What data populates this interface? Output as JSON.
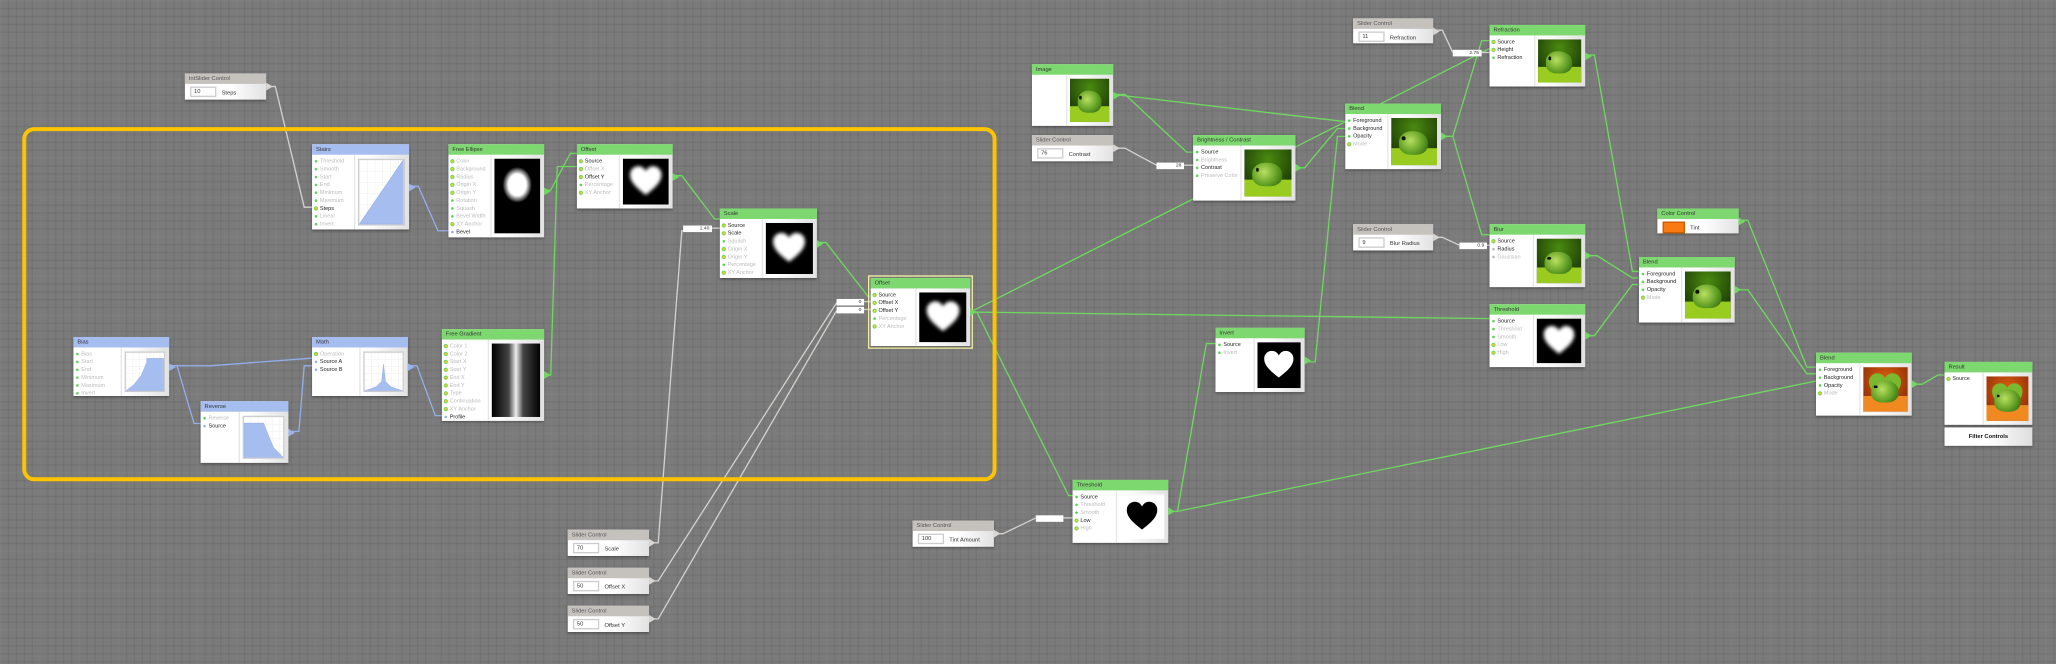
{
  "colors": {
    "filter_header": "#7ed870",
    "curve_header": "#a6bdf0",
    "control_header": "#c5c2be",
    "group_border": "#ffc400",
    "tint": "#f97a10"
  },
  "nodes": [
    {
      "id": "intslider",
      "kind": "ctl",
      "title": "IntSlider Control",
      "value": "10",
      "label": "Steps"
    },
    {
      "id": "stairs",
      "kind": "curve",
      "title": "Stairs",
      "preview": "curve-ramp",
      "ports": [
        [
          "Threshold",
          0,
          "green"
        ],
        [
          "Smooth",
          0,
          "green"
        ],
        [
          "Start",
          0,
          "green"
        ],
        [
          "End",
          0,
          "green"
        ],
        [
          "Minimum",
          0,
          "green"
        ],
        [
          "Maximum",
          0,
          "green"
        ],
        [
          "Steps",
          1,
          "yellow"
        ],
        [
          "Linear",
          0,
          "green"
        ],
        [
          "Invert",
          0,
          "green"
        ]
      ]
    },
    {
      "id": "ellipse",
      "kind": "filter",
      "title": "Free Ellipse",
      "preview": "ellipse",
      "ports": [
        [
          "Color",
          0,
          "yellow"
        ],
        [
          "Background",
          0,
          "yellow"
        ],
        [
          "Radius",
          0,
          "yellow"
        ],
        [
          "Origin X",
          0,
          "yellow"
        ],
        [
          "Origin Y",
          0,
          "yellow"
        ],
        [
          "Rotation",
          0,
          "green"
        ],
        [
          "Squash",
          0,
          "green"
        ],
        [
          "Bevel Width",
          0,
          "green"
        ],
        [
          "XY Anchor",
          0,
          "yellow"
        ],
        [
          "Bevel",
          1,
          "blue"
        ]
      ]
    },
    {
      "id": "offset1",
      "kind": "filter",
      "title": "Offset",
      "preview": "heart-soft",
      "ports": [
        [
          "Source",
          1,
          "yellow"
        ],
        [
          "Offset X",
          0,
          "yellow"
        ],
        [
          "Offset Y",
          1,
          "yellow"
        ],
        [
          "Percentage",
          0,
          "green"
        ],
        [
          "XY Anchor",
          0,
          "yellow"
        ]
      ]
    },
    {
      "id": "scale",
      "kind": "filter",
      "title": "Scale",
      "preview": "heart-soft",
      "ports": [
        [
          "Source",
          1,
          "yellow"
        ],
        [
          "Scale",
          1,
          "yellow"
        ],
        [
          "Squash",
          0,
          "green"
        ],
        [
          "Origin X",
          0,
          "yellow"
        ],
        [
          "Origin Y",
          0,
          "yellow"
        ],
        [
          "Percentage",
          0,
          "green"
        ],
        [
          "XY Anchor",
          0,
          "yellow"
        ]
      ]
    },
    {
      "id": "offset2",
      "kind": "filter",
      "title": "Offset",
      "preview": "heart-soft",
      "selected": true,
      "ports": [
        [
          "Source",
          1,
          "yellow"
        ],
        [
          "Offset X",
          1,
          "yellow"
        ],
        [
          "Offset Y",
          1,
          "yellow"
        ],
        [
          "Percentage",
          0,
          "green"
        ],
        [
          "XY Anchor",
          0,
          "yellow"
        ]
      ]
    },
    {
      "id": "bias",
      "kind": "curve",
      "title": "Bias",
      "preview": "curve-bias",
      "ports": [
        [
          "Bias",
          0,
          "green"
        ],
        [
          "Start",
          0,
          "green"
        ],
        [
          "End",
          0,
          "green"
        ],
        [
          "Minimum",
          0,
          "green"
        ],
        [
          "Maximum",
          0,
          "green"
        ],
        [
          "Invert",
          0,
          "green"
        ]
      ]
    },
    {
      "id": "math",
      "kind": "curve",
      "title": "Math",
      "preview": "curve-math",
      "ports": [
        [
          "Operation",
          0,
          "yellow"
        ],
        [
          "Source A",
          1,
          "blue"
        ],
        [
          "Source B",
          1,
          "blue"
        ]
      ]
    },
    {
      "id": "reverse",
      "kind": "curve",
      "title": "Reverse",
      "preview": "curve-reverse",
      "ports": [
        [
          "Reverse",
          0,
          "green"
        ],
        [
          "Source",
          1,
          "blue"
        ]
      ]
    },
    {
      "id": "gradient",
      "kind": "filter",
      "title": "Free Gradient",
      "preview": "gradient",
      "ports": [
        [
          "Color 1",
          0,
          "yellow"
        ],
        [
          "Color 2",
          0,
          "yellow"
        ],
        [
          "Start X",
          0,
          "yellow"
        ],
        [
          "Start Y",
          0,
          "yellow"
        ],
        [
          "End X",
          0,
          "yellow"
        ],
        [
          "End Y",
          0,
          "yellow"
        ],
        [
          "Type",
          0,
          "yellow"
        ],
        [
          "Continuation",
          0,
          "yellow"
        ],
        [
          "XY Anchor",
          0,
          "yellow"
        ],
        [
          "Profile",
          1,
          "blue"
        ]
      ]
    },
    {
      "id": "sl_scale",
      "kind": "ctl",
      "title": "Slider Control",
      "value": "70",
      "label": "Scale"
    },
    {
      "id": "sl_offx",
      "kind": "ctl",
      "title": "Slider Control",
      "value": "50",
      "label": "Offset X"
    },
    {
      "id": "sl_offy",
      "kind": "ctl",
      "title": "Slider Control",
      "value": "50",
      "label": "Offset Y"
    },
    {
      "id": "image",
      "kind": "filter",
      "title": "Image",
      "preview": "frog",
      "ports": []
    },
    {
      "id": "sl_contrast",
      "kind": "ctl",
      "title": "Slider Control",
      "value": "76",
      "label": "Contrast"
    },
    {
      "id": "bright",
      "kind": "filter",
      "title": "Brightness / Contrast",
      "preview": "frog",
      "ports": [
        [
          "Source",
          1,
          "green"
        ],
        [
          "Brightness",
          0,
          "green"
        ],
        [
          "Contrast",
          1,
          "green"
        ],
        [
          "Preserve Color",
          0,
          "green"
        ]
      ]
    },
    {
      "id": "blend1",
      "kind": "filter",
      "title": "Blend",
      "preview": "frog",
      "ports": [
        [
          "Foreground",
          1,
          "green"
        ],
        [
          "Background",
          1,
          "green"
        ],
        [
          "Opacity",
          1,
          "green"
        ],
        [
          "Mode",
          0,
          "yellow"
        ]
      ]
    },
    {
      "id": "sl_refr",
      "kind": "ctl",
      "title": "Slider Control",
      "value": "11",
      "label": "Refraction"
    },
    {
      "id": "refraction",
      "kind": "filter",
      "title": "Refraction",
      "preview": "frog",
      "ports": [
        [
          "Source",
          1,
          "yellow"
        ],
        [
          "Height",
          1,
          "yellow"
        ],
        [
          "Refraction",
          1,
          "green"
        ]
      ]
    },
    {
      "id": "sl_blur",
      "kind": "ctl",
      "title": "Slider Control",
      "value": "9",
      "label": "Blur Radius"
    },
    {
      "id": "blur",
      "kind": "filter",
      "title": "Blur",
      "preview": "frog",
      "ports": [
        [
          "Source",
          1,
          "yellow"
        ],
        [
          "Radius",
          1,
          "grey"
        ],
        [
          "Gaussian",
          0,
          "grey"
        ]
      ]
    },
    {
      "id": "threshold2",
      "kind": "filter",
      "title": "Threshold",
      "preview": "heart-soft",
      "ports": [
        [
          "Source",
          1,
          "green"
        ],
        [
          "Threshold",
          0,
          "green"
        ],
        [
          "Smooth",
          0,
          "green"
        ],
        [
          "Low",
          0,
          "yellow"
        ],
        [
          "High",
          0,
          "yellow"
        ]
      ]
    },
    {
      "id": "color",
      "kind": "color",
      "title": "Color Control",
      "label": "Tint"
    },
    {
      "id": "blend2",
      "kind": "filter",
      "title": "Blend",
      "preview": "frog",
      "ports": [
        [
          "Foreground",
          1,
          "green"
        ],
        [
          "Background",
          1,
          "green"
        ],
        [
          "Opacity",
          1,
          "green"
        ],
        [
          "Mode",
          0,
          "yellow"
        ]
      ]
    },
    {
      "id": "invert",
      "kind": "filter",
      "title": "Invert",
      "preview": "heart-white",
      "ports": [
        [
          "Source",
          1,
          "green"
        ],
        [
          "Invert",
          0,
          "green"
        ]
      ]
    },
    {
      "id": "threshold3",
      "kind": "filter",
      "title": "Threshold",
      "preview": "heart-black",
      "ports": [
        [
          "Source",
          1,
          "green"
        ],
        [
          "Threshold",
          0,
          "green"
        ],
        [
          "Smooth",
          0,
          "green"
        ],
        [
          "Low",
          1,
          "yellow"
        ],
        [
          "High",
          0,
          "yellow"
        ]
      ]
    },
    {
      "id": "sl_tint",
      "kind": "ctl",
      "title": "Slider Control",
      "value": "100",
      "label": "Tint Amount"
    },
    {
      "id": "blend3",
      "kind": "filter",
      "title": "Blend",
      "preview": "frog-tint",
      "ports": [
        [
          "Foreground",
          1,
          "green"
        ],
        [
          "Background",
          1,
          "green"
        ],
        [
          "Opacity",
          1,
          "green"
        ],
        [
          "Mode",
          0,
          "yellow"
        ]
      ]
    },
    {
      "id": "result",
      "kind": "filter",
      "title": "Result",
      "preview": "frog-tint",
      "ports": [
        [
          "Source",
          1,
          "yellow"
        ]
      ]
    }
  ],
  "wire_values": {
    "scale": "1.40",
    "offset_x": "0",
    "offset_y": "0",
    "contrast": "28",
    "refraction": "2.75",
    "blur": "0.9",
    "tint": ""
  },
  "filter_controls_button": "Filter Controls"
}
